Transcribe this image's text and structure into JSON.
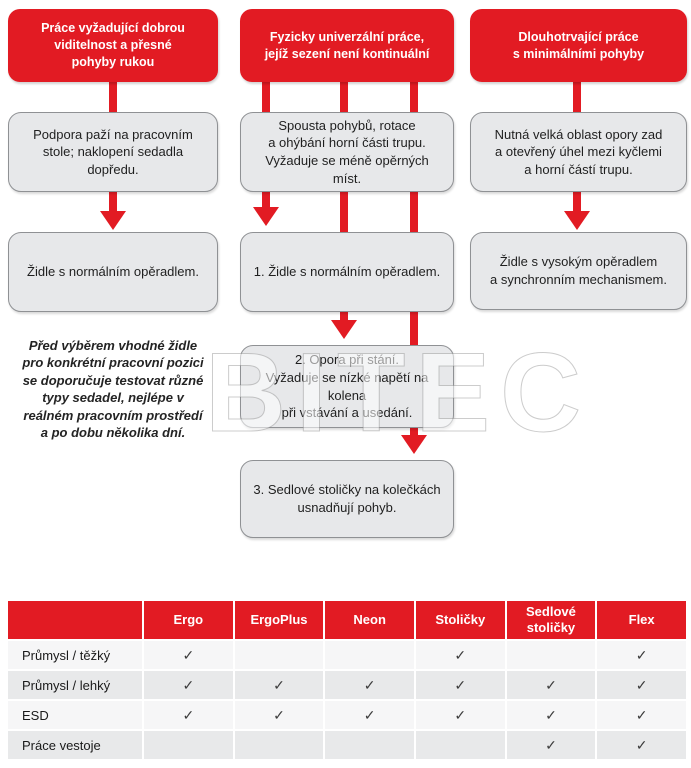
{
  "colors": {
    "accent_red": "#e21b23",
    "box_gray": "#e7e8ea",
    "row_light": "#f6f6f7",
    "row_dark": "#e8e9ea"
  },
  "flowchart": {
    "col1": {
      "header": "Práce vyžadující dobrou\nviditelnost a přesné\npohyby rukou",
      "step1": "Podpora paží na pracovním\nstole; naklopení sedadla\ndopředu.",
      "result": "Židle s normálním opěradlem.",
      "note": "Před výběrem vhodné židle\npro konkrétní pracovní pozici\nse doporučuje testovat různé\ntypy sedadel, nejlépe v\nreálném pracovním prostředí\na po dobu několika dní."
    },
    "col2": {
      "header": "Fyzicky univerzální práce,\njejíž sezení není kontinuální",
      "step1": "Spousta pohybů, rotace\na ohýbání horní části trupu.\nVyžaduje se méně opěrných míst.",
      "option1": "1. Židle s normálním opěradlem.",
      "option2": "2. Opora při stání.\nVyžaduje se nízké napětí na kolena\npři vstávání a usedání.",
      "option3": "3. Sedlové stoličky na kolečkách\nusnadňují pohyb."
    },
    "col3": {
      "header": "Dlouhotrvající práce\ns minimálními pohyby",
      "step1": "Nutná velká oblast opory zad\na otevřený úhel mezi kyčlemi\na horní částí trupu.",
      "result": "Židle s vysokým opěradlem\na synchronním mechanismem."
    },
    "watermark": "BITEC"
  },
  "table": {
    "columns": [
      "Ergo",
      "ErgoPlus",
      "Neon",
      "Stoličky",
      "Sedlové\nstoličky",
      "Flex"
    ],
    "rows": [
      {
        "label": "Průmysl / těžký",
        "checks": [
          true,
          false,
          false,
          true,
          false,
          true
        ]
      },
      {
        "label": "Průmysl / lehký",
        "checks": [
          true,
          true,
          true,
          true,
          true,
          true
        ]
      },
      {
        "label": "ESD",
        "checks": [
          true,
          true,
          true,
          true,
          true,
          true
        ]
      },
      {
        "label": "Práce vestoje",
        "checks": [
          false,
          false,
          false,
          false,
          true,
          true
        ]
      }
    ],
    "check_glyph": "✓"
  }
}
